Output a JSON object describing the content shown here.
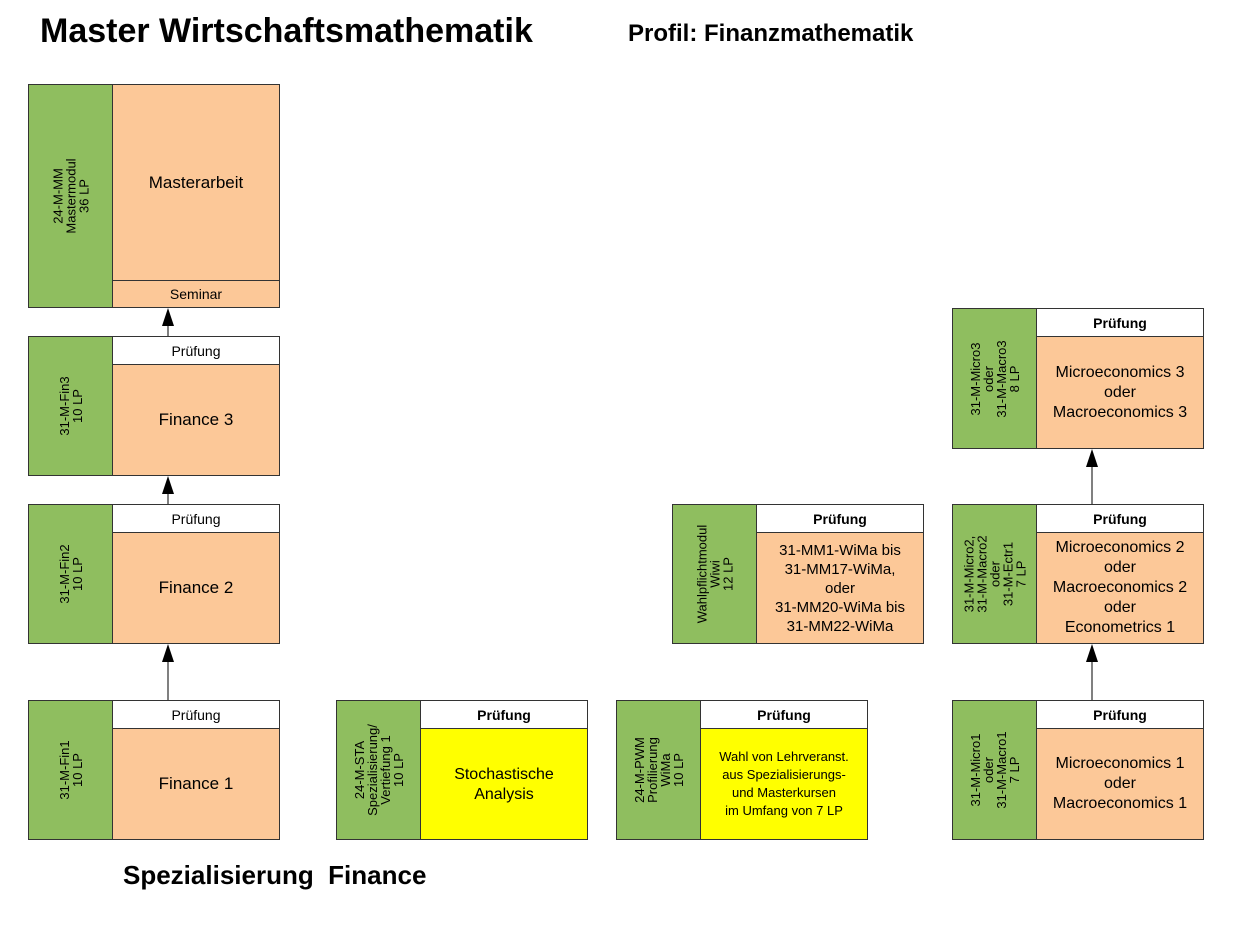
{
  "header": {
    "title": "Master Wirtschaftsmathematik",
    "profile": "Profil: Finanzmathematik"
  },
  "footer": {
    "specialization": "Spezialisierung  Finance"
  },
  "modules": {
    "master": {
      "side": "24-M-MM\nMastermodul\n36 LP",
      "body": "Masterarbeit",
      "seminar": "Seminar"
    },
    "fin3": {
      "side": "31-M-Fin3\n10 LP",
      "header": "Prüfung",
      "body": "Finance 3"
    },
    "fin2": {
      "side": "31-M-Fin2\n10 LP",
      "header": "Prüfung",
      "body": "Finance 2"
    },
    "fin1": {
      "side": "31-M-Fin1\n10 LP",
      "header": "Prüfung",
      "body": "Finance 1"
    },
    "sta": {
      "side": "24-M-STA\nSpezialisierung/\nVertiefung 1\n10 LP",
      "header": "Prüfung",
      "body": "Stochastische\nAnalysis"
    },
    "pwm": {
      "side": "24-M-PWM\nProfilierung\nWiMa\n10 LP",
      "header": "Prüfung",
      "body": "Wahl von Lehrveranst.\naus Spezialisierungs-\nund Masterkursen\nim Umfang von 7 LP"
    },
    "wiwi": {
      "side": "Wahlpflichtmodul\nWiwi\n12 LP",
      "header": "Prüfung",
      "body": "31-MM1-WiMa bis\n31-MM17-WiMa,\noder\n31-MM20-WiMa bis\n31-MM22-WiMa"
    },
    "micro3": {
      "side": "31-M-Micro3\noder\n31-M-Macro3\n8 LP",
      "header": "Prüfung",
      "body": "Microeconomics 3\noder\nMacroeconomics 3"
    },
    "micro2": {
      "side": "31-M-Micro2,\n31-M-Macro2\noder\n31-M-Ectr1\n7 LP",
      "header": "Prüfung",
      "body": "Microeconomics 2\noder\nMacroeconomics 2\noder\nEconometrics 1"
    },
    "micro1": {
      "side": "31-M-Micro1\noder\n31-M-Macro1\n7 LP",
      "header": "Prüfung",
      "body": "Microeconomics 1\noder\nMacroeconomics 1"
    }
  },
  "colors": {
    "green": "#8fbe5f",
    "peach": "#fcc898",
    "yellow": "#ffff00"
  }
}
